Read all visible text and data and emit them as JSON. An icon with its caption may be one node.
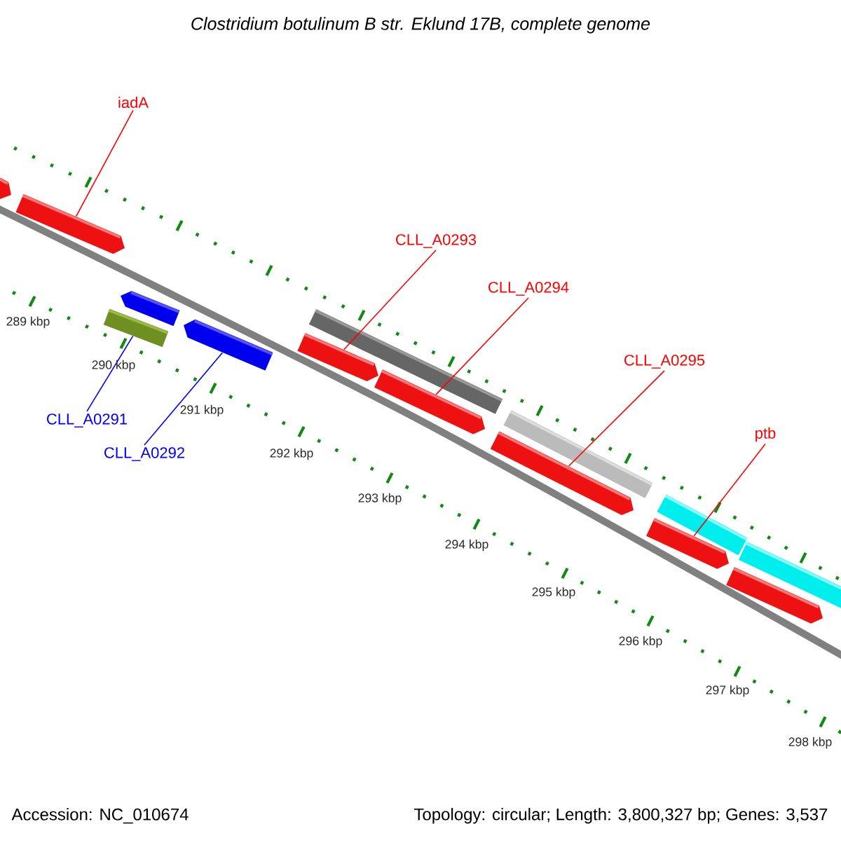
{
  "diagram": {
    "title": "Clostridium botulinum B str. Eklund 17B, complete genome",
    "nodes": [
      {
        "text": [
          "iadA"
        ]
      },
      {
        "text": [
          "CLL_A0293"
        ]
      },
      {
        "text": [
          "CLL_A0294"
        ]
      },
      {
        "text": [
          "CLL_A0295"
        ]
      },
      {
        "text": [
          "CLL_A0291"
        ]
      },
      {
        "text": [
          "ptb"
        ]
      },
      {
        "text": [
          "CLL_A0292"
        ]
      },
      {
        "text": [],
        "shape": "bar"
      },
      {
        "text": [],
        "shape": "bar"
      },
      {
        "text": [],
        "shape": "bar"
      },
      {
        "text": [],
        "shape": "bar"
      },
      {
        "text": [],
        "shape": "bar"
      },
      {
        "text": [],
        "shape": "bar"
      },
      {
        "text": [],
        "shape": "bar"
      },
      {
        "text": [],
        "shape": "bar"
      },
      {
        "text": [],
        "shape": "bar"
      },
      {
        "text": [],
        "shape": "bar"
      },
      {
        "text": [],
        "shape": "bar"
      },
      {
        "text": [],
        "shape": "bar"
      },
      {
        "text": [],
        "shape": "bar"
      },
      {
        "text": [],
        "shape": "bar"
      }
    ],
    "edges": [
      {
        "from": 0,
        "to": 8,
        "arrow": "none"
      },
      {
        "from": 1,
        "to": 12,
        "arrow": "none"
      },
      {
        "from": 2,
        "to": 14,
        "arrow": "none"
      },
      {
        "from": 3,
        "to": 15,
        "arrow": "none"
      },
      {
        "from": 4,
        "to": 9,
        "arrow": "none",
        "color": "#0000ff"
      },
      {
        "from": 5,
        "to": 17,
        "arrow": "none"
      },
      {
        "from": 6,
        "to": 11,
        "arrow": "none",
        "color": "#0000ff"
      }
    ],
    "labels": [
      "289 kbp",
      "290 kbp",
      "291 kbp",
      "292 kbp",
      "293 kbp",
      "294 kbp",
      "295 kbp",
      "296 kbp",
      "297 kbp",
      "298 kbp",
      "Accession: NC_010674",
      "Topology: circular; Length: 3,800,327 bp; Genes: 3,537"
    ]
  }
}
